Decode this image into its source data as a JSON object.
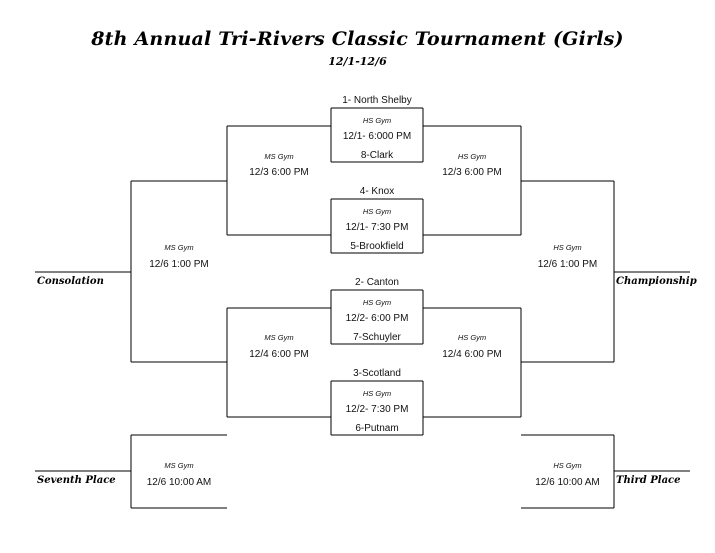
{
  "header": {
    "title": "8th Annual Tri-Rivers Classic Tournament (Girls)",
    "dates": "12/1-12/6"
  },
  "first_round": [
    {
      "top_team": "1- North Shelby",
      "gym": "HS Gym",
      "time": "12/1- 6:000 PM",
      "bottom_team": "8-Clark"
    },
    {
      "top_team": "4- Knox",
      "gym": "HS Gym",
      "time": "12/1- 7:30 PM",
      "bottom_team": "5-Brookfield"
    },
    {
      "top_team": "2- Canton",
      "gym": "HS Gym",
      "time": "12/2- 6:00 PM",
      "bottom_team": "7-Schuyler"
    },
    {
      "top_team": "3-Scotland",
      "gym": "HS Gym",
      "time": "12/2- 7:30 PM",
      "bottom_team": "6-Putnam"
    }
  ],
  "left_semis": [
    {
      "gym": "MS Gym",
      "time": "12/3 6:00 PM"
    },
    {
      "gym": "MS Gym",
      "time": "12/4 6:00 PM"
    }
  ],
  "right_semis": [
    {
      "gym": "HS Gym",
      "time": "12/3 6:00 PM"
    },
    {
      "gym": "HS Gym",
      "time": "12/4 6:00 PM"
    }
  ],
  "consolation": {
    "gym": "MS Gym",
    "time": "12/6 1:00 PM",
    "label": "Consolation"
  },
  "championship": {
    "gym": "HS Gym",
    "time": "12/6 1:00 PM",
    "label": "Championship"
  },
  "seventh_place": {
    "gym": "MS Gym",
    "time": "12/6 10:00 AM",
    "label": "Seventh Place"
  },
  "third_place": {
    "gym": "HS Gym",
    "time": "12/6 10:00 AM",
    "label": "Third Place"
  }
}
